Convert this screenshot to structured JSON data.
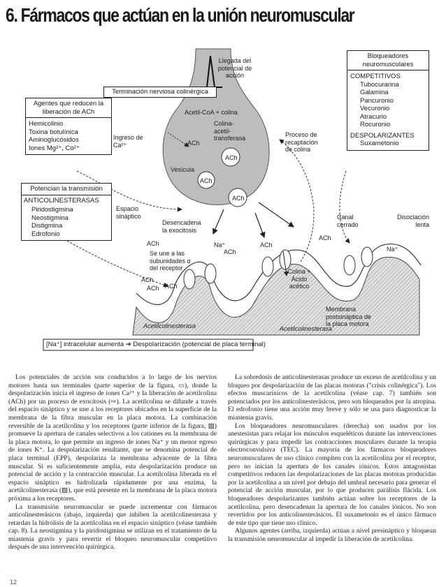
{
  "title": "6. Fármacos que actúan en la unión neuromuscular",
  "figure": {
    "box_reduce": {
      "header": "Agentes que reducen la liberación de ACh",
      "items": [
        "Hemicolinio",
        "Toxina botulínica",
        "Aminoglucósidos",
        "Iones Mg²⁺, Co²⁺"
      ]
    },
    "box_potencian": {
      "header": "Potencian la transmisión",
      "subheader": "ANTICOLINESTERASAS",
      "items": [
        "Piridostigmina",
        "Neostigmina",
        "Distigmina",
        "Edrofonio"
      ]
    },
    "box_bloqueadores": {
      "header": "Bloqueadores neuromusculares",
      "group1": "COMPETITIVOS",
      "items1": [
        "Tubocurarina",
        "Galamina",
        "Pancuronio",
        "Vecuronio",
        "Atracurio",
        "Rocuronio"
      ],
      "group2": "DESPOLARIZANTES",
      "items2": [
        "Suxametonio"
      ]
    },
    "labels": {
      "llegada": "Llegada del potencial de acción",
      "terminacion": "Terminación nerviosa colinérgica",
      "acetilcoa": "Acetil-CoA + colina",
      "colina_acetil": "Colina-acetil-transferasa",
      "ach": "ACh",
      "ingreso": "Ingreso de Ca²⁺",
      "proceso": "Proceso de recaptación de colina",
      "vesicula": "Vesícula",
      "espacio": "Espacio sináptico",
      "desencadena": "Desencadena la exocitosis",
      "se_une": "Se une a las subunidades α del receptor",
      "na": "Na⁺",
      "colina_acido": "Colina + Ácido acético",
      "acetilcolinesterasa": "Acetilcolinesterasa",
      "canal": "Canal cerrado",
      "disociacion": "Disociación lenta",
      "membrana": "Membrana postsináptica de la placa motora",
      "bottom": "[Na⁺] intracelular aumenta ➔ Despolarización (potencial de placa terminal)"
    }
  },
  "text": {
    "left": [
      "Los potenciales de acción son conducidos a lo largo de los nervios motores hasta sus terminales (parte superior de la figura, ▭), donde la despolarización inicia el ingreso de iones Ca²⁺ y la liberación de acetilcolina (ACh) por un proceso de exocitosis (⇨). La acetilcolina se difunde a través del espacio sináptico y se une a los receptores ubicados en la superficie de la membrana de la fibra muscular en la placa motora. La combinación reversible de la acetilcolina y los receptores (parte inferior de la figura, ▨) promueve la apertura de canales selectivos a los cationes en la membrana de la placa motora, lo que permite un ingreso de iones Na⁺ y un menor egreso de iones K⁺. La despolarización resultante, que se denomina potencial de placa terminal (EPP), despolariza la membrana adyacente de la fibra muscular. Si es suficientemente amplia, esta despolarización produce un potencial de acción y la contracción muscular. La acetilcolina liberada en el espacio sináptico es hidrolizada rápidamente por una enzima, la acetilcolinesterasa (▨), que está presente en la membrana de la placa motora próxima a los receptores.",
      "La transmisión neuromuscular se puede incrementar con fármacos anticolinesterásicos (abajo, izquierda) que inhiben la acetilcolinesterasa y retardan la hidrólisis de la acetilcolina en el espacio sináptico (véase también cap. 8). La neostigmina y la piridostigmina se utilizan en el tratamiento de la miastenia gravis y para revertir el bloqueo neuromuscular competitivo después de una intervención quirúrgica."
    ],
    "right": [
      "La sobredosis de anticolinesterasas produce un exceso de acetilcolina y un bloqueo por despolarización de las placas motoras (\"crisis colinérgica\"). Los efectos muscarínicos de la acetilcolina (véase cap. 7) también son potenciados por los anticolinesterásicos, pero son bloqueados por la atropina. El edrofonio tiene una acción muy breve y sólo se usa para diagnosticar la miastenia gravis.",
      "Los bloqueadores neuromusculares (derecha) son usados por los anestesistas para relajar los músculos esqueléticos durante las intervenciones quirúrgicas y para impedir las contracciones musculares durante la terapia electroconvulsiva (TEC). La mayoría de los fármacos bloqueadores neuromusculares de uso clínico compiten con la acetilcolina por el receptor, pero no inician la apertura de los canales iónicos. Estos antagonistas competitivos reducen las despolarizaciones de las placas motoras producidas por la acetilcolina a un nivel por debajo del umbral necesario para generar el potencial de acción muscular, por lo que producen parálisis flácida. Los bloqueadores despolarizantes también actúan sobre los receptores de la acetilcolina, pero desencadenan la apertura de los canales iónicos. No son revertidos por los anticolinesterásicos. El suxametonio es el único fármaco de este tipo que tiene uso clínico.",
      "Algunos agentes (arriba, izquierda) actúan a nivel presináptico y bloquean la transmisión neuromuscular al impedir la liberación de acetilcolina."
    ]
  },
  "page_number": "12"
}
